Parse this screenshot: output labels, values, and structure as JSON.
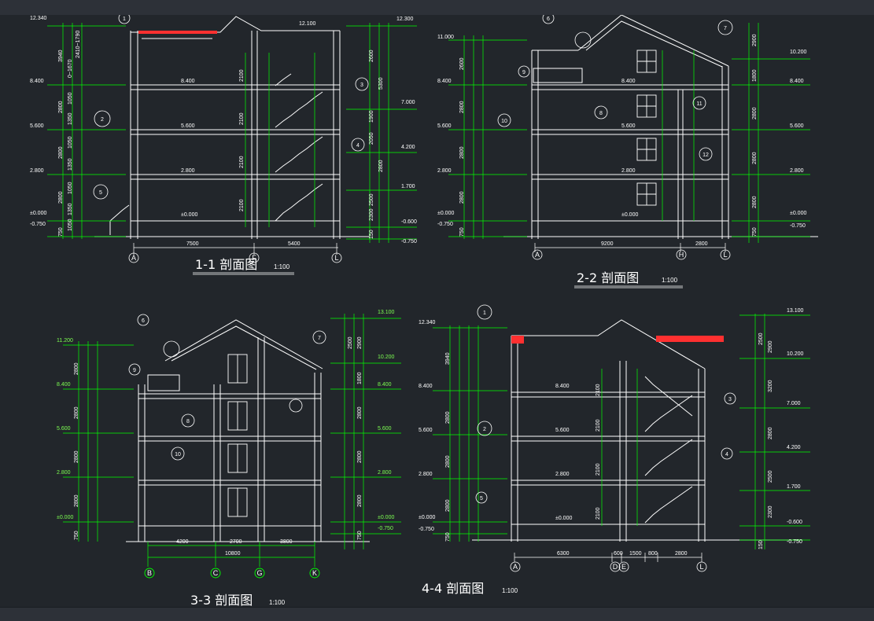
{
  "colors": {
    "background": "#22262b",
    "line": "#ffffff",
    "dimension": "#00ff00",
    "roof_tile": "#ff3030"
  },
  "sections": [
    {
      "id": "s1",
      "title": "1-1 剖面图",
      "scale": "1:100",
      "elevations_left": [
        "12.340",
        "8.400",
        "5.600",
        "2.800",
        "±0.000",
        "-0.750"
      ],
      "elevations_right": [
        "12.300",
        "7.000",
        "4.200",
        "1.700",
        "-0.600",
        "-0.750"
      ],
      "floor_labels": [
        "8.400",
        "5.600",
        "2.800",
        "±0.000"
      ],
      "ridge_label": "12.100",
      "bottom_dims": [
        "7500",
        "5400"
      ],
      "axes": [
        "A",
        "F",
        "L"
      ],
      "left_dims": [
        "3940",
        "2800",
        "2800",
        "2800",
        "750"
      ],
      "left_dims_inner": [
        "2410~1790",
        "0~1670",
        "1050",
        "1350",
        "1050",
        "1350",
        "1050",
        "1350",
        "1050"
      ],
      "right_dims": [
        "2600",
        "5300",
        "1900",
        "2050",
        "2800",
        "2500",
        "2300",
        "150"
      ],
      "stair_dims": [
        "2100",
        "2100",
        "2100",
        "2100"
      ],
      "detail_marks": [
        "1",
        "2",
        "3",
        "4",
        "5"
      ]
    },
    {
      "id": "s2",
      "title": "2-2 剖面图",
      "scale": "1:100",
      "elevations_left": [
        "11.000",
        "8.400",
        "5.600",
        "2.800",
        "±0.000",
        "-0.750"
      ],
      "elevations_right": [
        "10.200",
        "8.400",
        "5.600",
        "2.800",
        "±0.000",
        "-0.750"
      ],
      "floor_labels": [
        "8.400",
        "5.600",
        "2.800",
        "±0.000"
      ],
      "bottom_dims": [
        "9200",
        "2800"
      ],
      "axes": [
        "A",
        "H",
        "L"
      ],
      "left_dims": [
        "2600",
        "2800",
        "2800",
        "2800",
        "750"
      ],
      "right_dims": [
        "2900",
        "1800",
        "2800",
        "2800",
        "2800",
        "750"
      ],
      "detail_marks": [
        "6",
        "7",
        "8",
        "9",
        "10",
        "11",
        "12"
      ]
    },
    {
      "id": "s3",
      "title": "3-3 剖面图",
      "scale": "1:100",
      "elevations_left": [
        "11.200",
        "8.400",
        "5.600",
        "2.800",
        "±0.000"
      ],
      "elevations_right": [
        "13.100",
        "10.200",
        "8.400",
        "5.600",
        "2.800",
        "±0.000",
        "-0.750"
      ],
      "bottom_dims": [
        "4200",
        "2700",
        "3800"
      ],
      "total_dim": "10800",
      "axes": [
        "B",
        "C",
        "G",
        "K"
      ],
      "left_dims": [
        "2800",
        "2800",
        "2800",
        "2800",
        "750"
      ],
      "right_dims": [
        "2500",
        "2900",
        "1800",
        "2800",
        "2800",
        "2800",
        "750"
      ],
      "detail_marks": [
        "6",
        "7",
        "8",
        "9",
        "10"
      ]
    },
    {
      "id": "s4",
      "title": "4-4 剖面图",
      "scale": "1:100",
      "elevations_left": [
        "12.340",
        "8.400",
        "5.600",
        "2.800",
        "±0.000",
        "-0.750"
      ],
      "elevations_right": [
        "13.100",
        "10.200",
        "7.000",
        "4.200",
        "1.700",
        "-0.600",
        "-0.750"
      ],
      "floor_labels": [
        "8.400",
        "5.600",
        "2.800",
        "±0.000"
      ],
      "bottom_dims": [
        "6300",
        "600",
        "1500",
        "800",
        "2800"
      ],
      "axes": [
        "A",
        "D",
        "E",
        "L"
      ],
      "left_dims": [
        "3940",
        "2800",
        "2800",
        "2800",
        "750"
      ],
      "right_dims": [
        "2500",
        "2900",
        "3200",
        "2800",
        "2500",
        "2300",
        "150"
      ],
      "stair_dims": [
        "2100",
        "2100",
        "2100",
        "2100"
      ],
      "detail_marks": [
        "1",
        "2",
        "3",
        "4",
        "5"
      ]
    }
  ]
}
